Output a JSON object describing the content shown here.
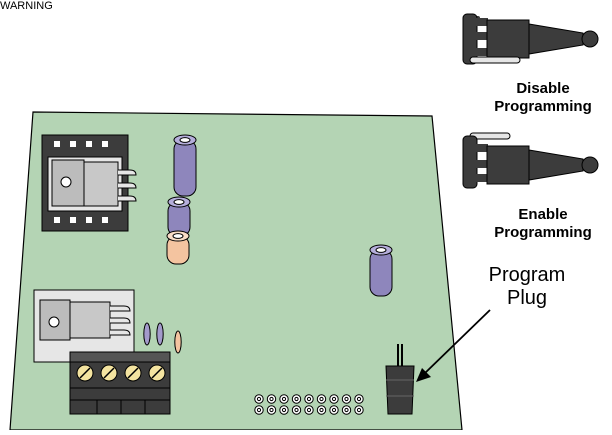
{
  "header": {
    "warning_text": "WARNING"
  },
  "captions": {
    "disable": [
      "Disable",
      "Programming"
    ],
    "enable": [
      "Enable",
      "Programming"
    ]
  },
  "program_plug": {
    "lines": [
      "Program",
      "Plug"
    ]
  },
  "colors": {
    "board": "#b4d4b4",
    "outline": "#000000",
    "dark_part": "#3c3c3c",
    "light_part": "#e6e6e6",
    "regulator_body": "#bcbcbc",
    "capacitor_purple": "#8e86bc",
    "capacitor_orange": "#f4c4a0",
    "led_purple": "#a39acb"
  }
}
